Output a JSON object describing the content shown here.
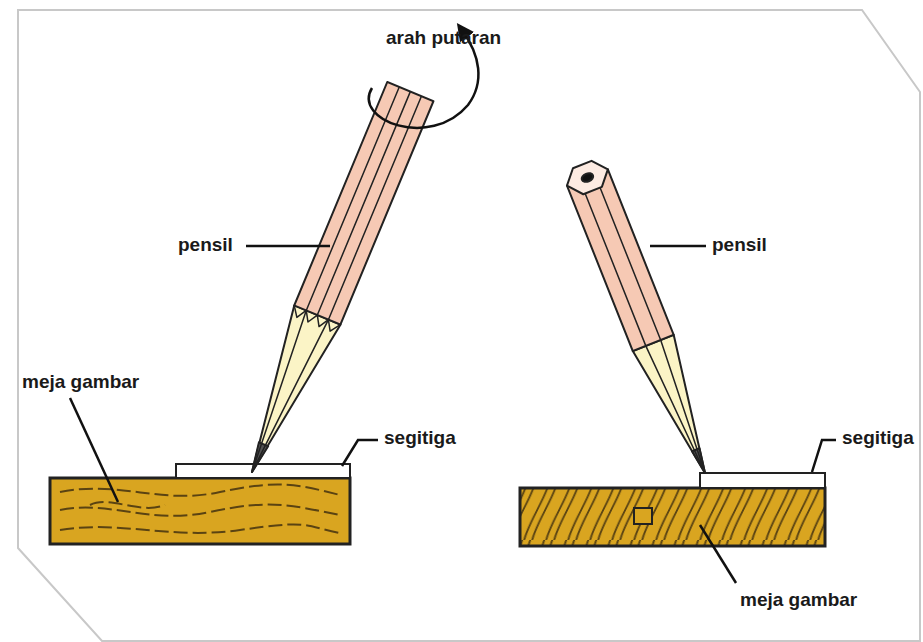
{
  "diagram": {
    "labels": [
      "arah putaran",
      "pensil",
      "meja gambar",
      "segitiga",
      "pensil",
      "segitiga",
      "meja gambar"
    ]
  }
}
